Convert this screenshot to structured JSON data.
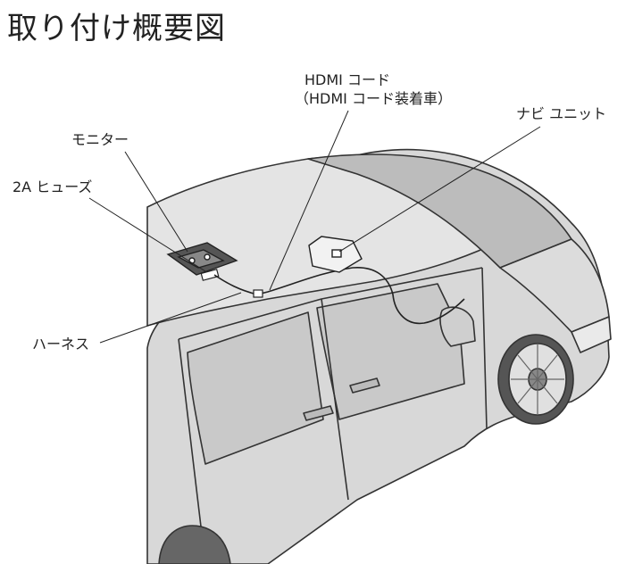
{
  "title": "取り付け概要図",
  "labels": {
    "hdmi_cord": "HDMI コード",
    "hdmi_cord_note": "（HDMI コード装着車）",
    "navi_unit": "ナビ ユニット",
    "monitor": "モニター",
    "fuse_2a": "2A ヒューズ",
    "harness": "ハーネス"
  }
}
